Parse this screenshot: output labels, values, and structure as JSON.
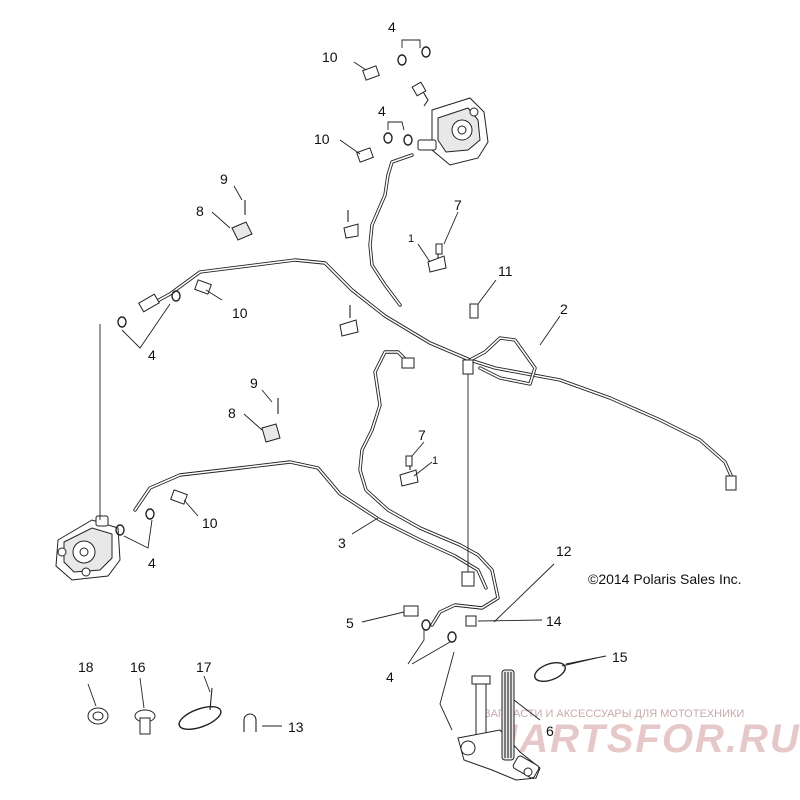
{
  "copyright": "©2014 Polaris Sales Inc.",
  "watermark": {
    "tagline": "ЗАПЧАСТИ И АКСЕССУАРЫ ДЛЯ МОТОТЕХНИКИ",
    "logo": "JARTSFOR.RU"
  },
  "callouts": {
    "c4_top": "4",
    "c10_top": "10",
    "c4_mid_top": "4",
    "c10_mid_top": "10",
    "c9_upper": "9",
    "c8_upper": "8",
    "c7_upper": "7",
    "c1_upper": "1",
    "c11": "11",
    "c2": "2",
    "c10_left_upper": "10",
    "c4_left_upper": "4",
    "c9_lower": "9",
    "c8_lower": "8",
    "c7_lower": "7",
    "c1_lower": "1",
    "c10_left_lower": "10",
    "c4_left_lower": "4",
    "c3": "3",
    "c12": "12",
    "c5": "5",
    "c14": "14",
    "c4_bottom": "4",
    "c15": "15",
    "c6": "6",
    "c18": "18",
    "c16": "16",
    "c17": "17",
    "c13": "13"
  },
  "colors": {
    "ink": "#222222",
    "watermark_text": "#c9a9a9",
    "watermark_logo": "#e6c8c8"
  }
}
